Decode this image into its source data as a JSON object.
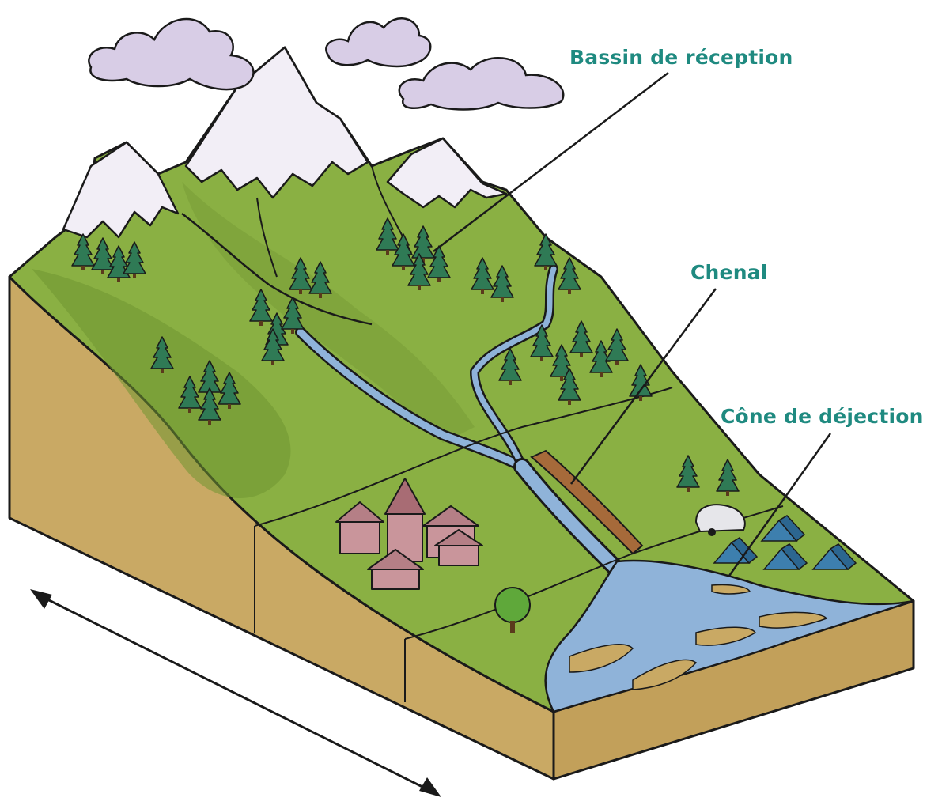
{
  "labels": {
    "bassin": "Bassin de réception",
    "chenal": "Chenal",
    "cone": "Cône de déjection"
  },
  "colors": {
    "label_text": "#1f8a80",
    "leader_line": "#1a1a1a",
    "grass": "#8ab043",
    "grass_dark": "#6f9632",
    "soil": "#c9a964",
    "snow": "#f2eef6",
    "water": "#8fb3d9",
    "tree": "#2f7a55",
    "cloud": "#d8cde6",
    "village_roof": "#b57f86",
    "outline": "#1a1a1a"
  },
  "icons": [
    "cloud-icon",
    "mountain-peak-icon",
    "fir-tree-icon",
    "village-icon",
    "tent-icon",
    "caravan-icon",
    "double-arrow-icon"
  ]
}
